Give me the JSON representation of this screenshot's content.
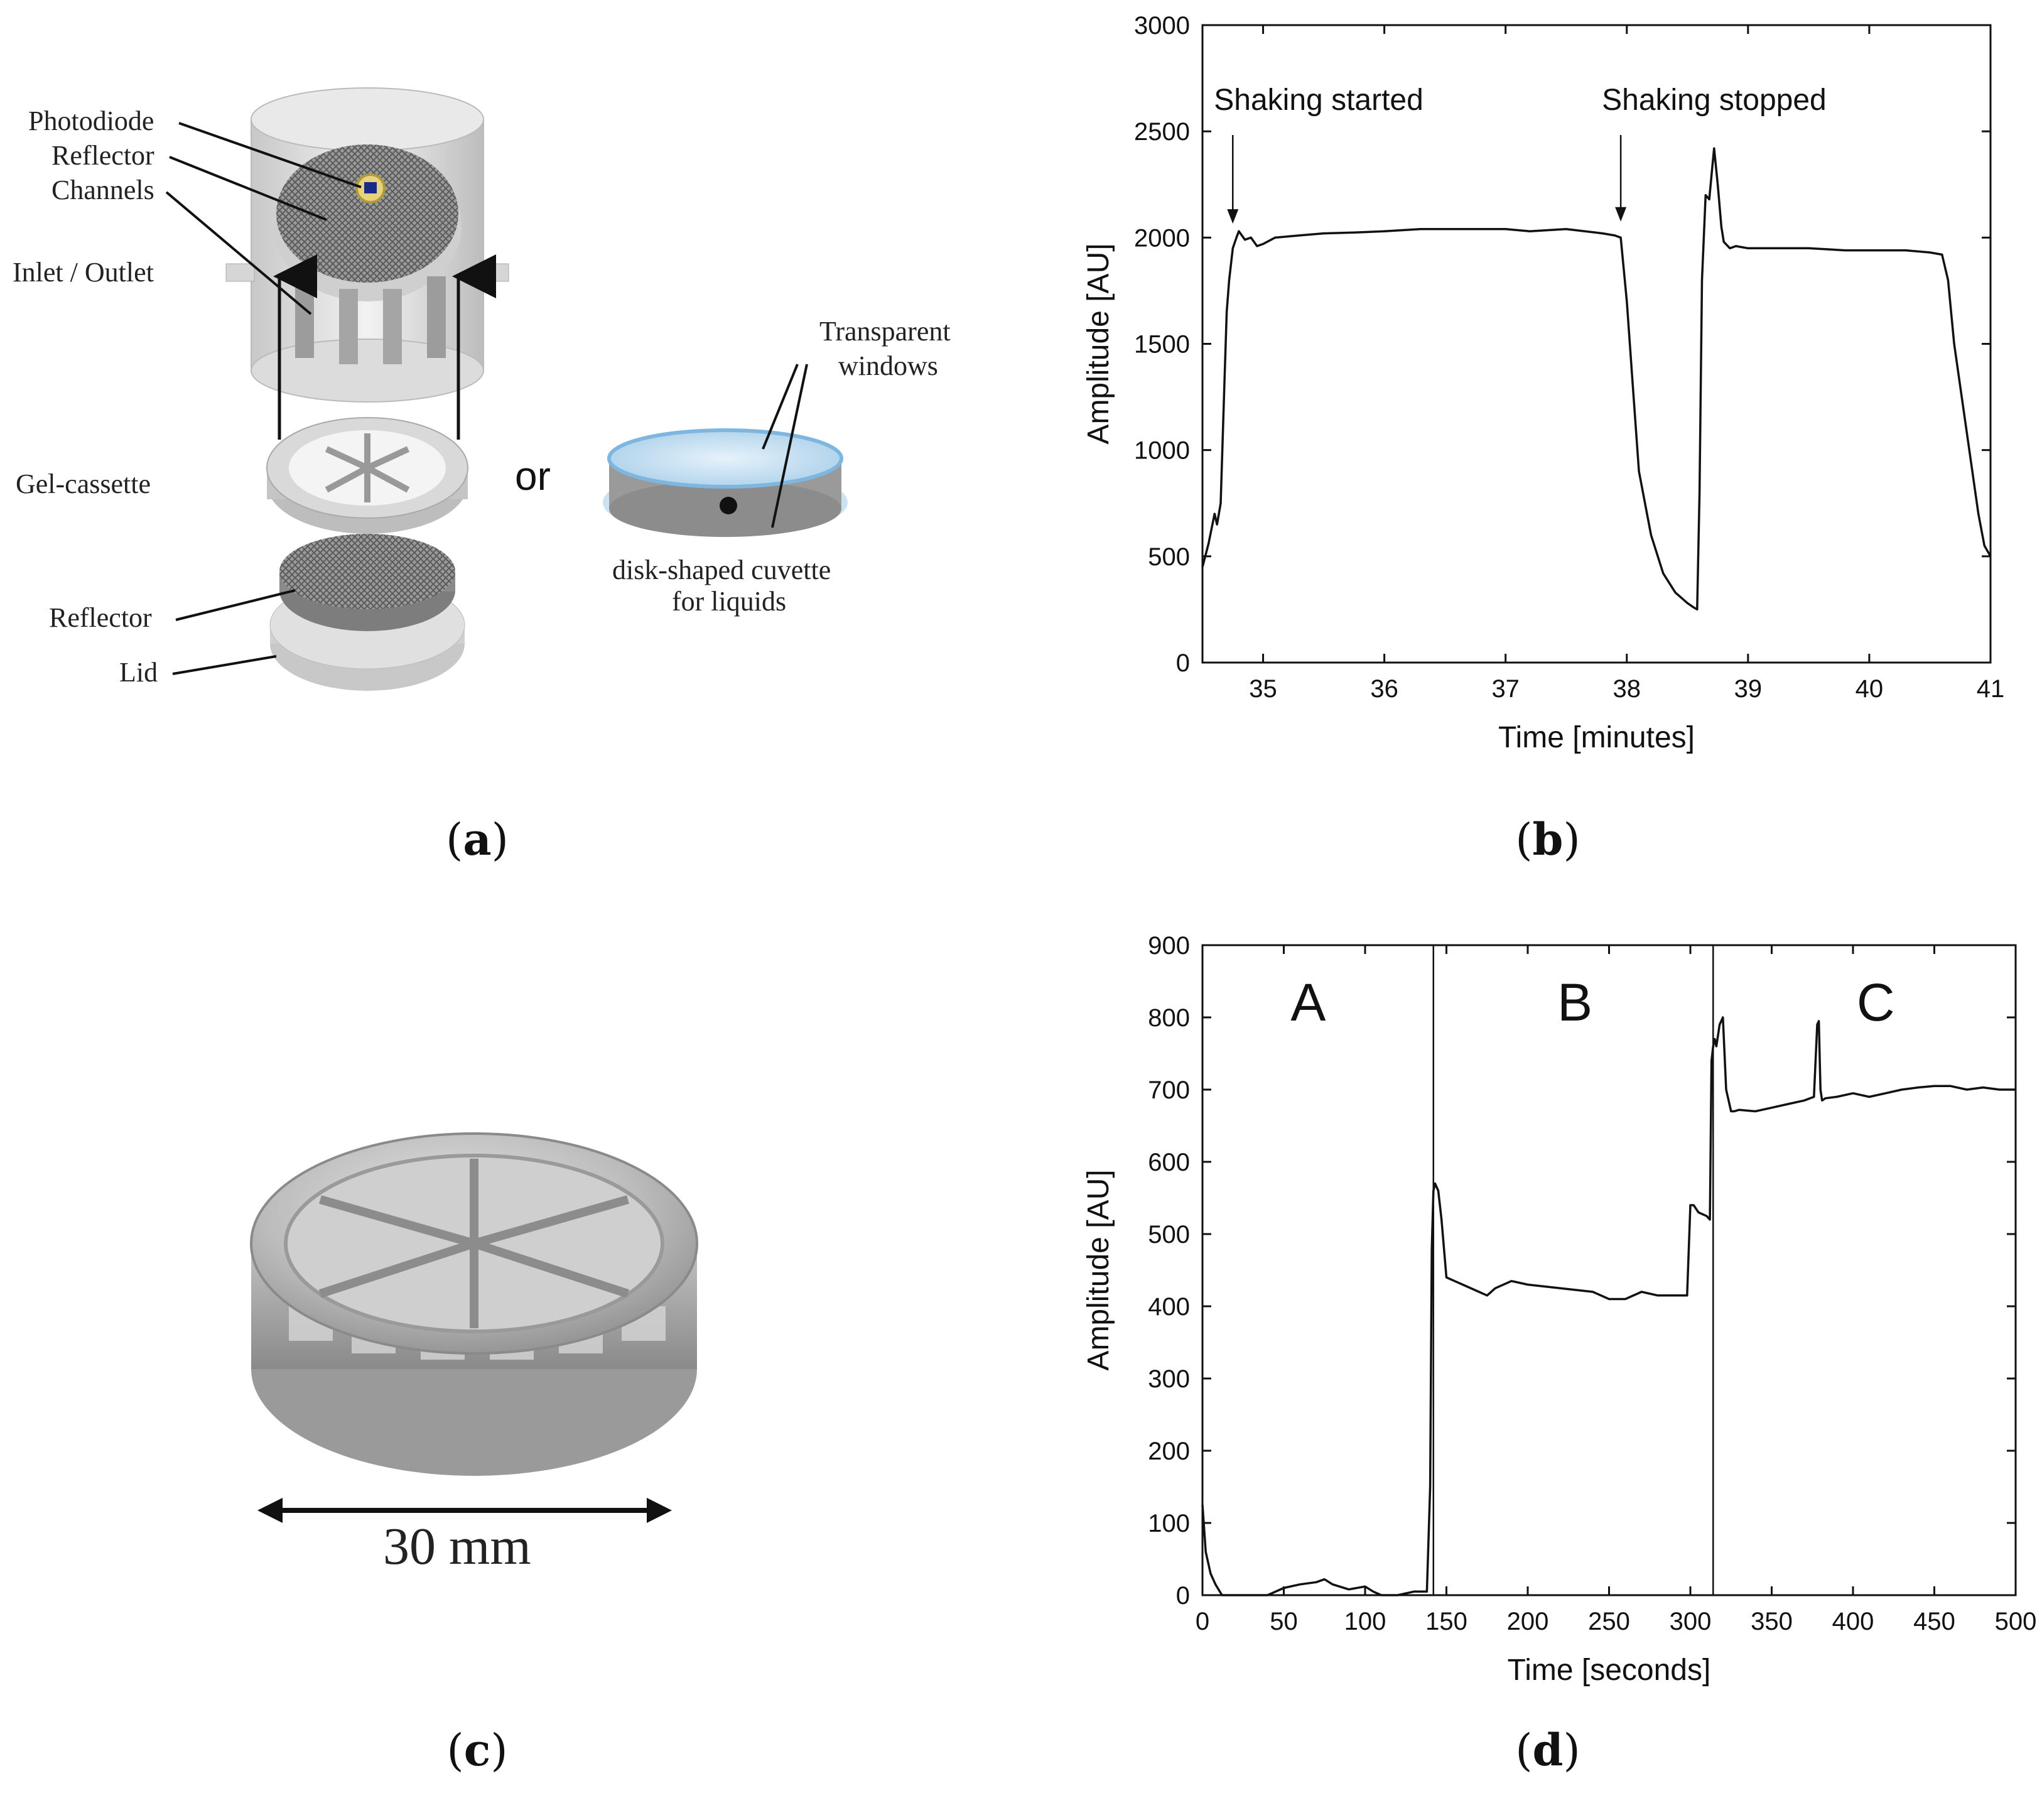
{
  "captions": {
    "a": "a",
    "b": "b",
    "c": "c",
    "d": "d"
  },
  "diagram_a": {
    "labels": {
      "photodiode": "Photodiode",
      "reflector_top": "Reflector",
      "channels": "Channels",
      "inlet_outlet": "Inlet / Outlet",
      "gel_cassette": "Gel-cassette",
      "reflector_bottom": "Reflector",
      "lid": "Lid",
      "or": "or",
      "transparent": "Transparent",
      "windows": "windows",
      "cuvette_line1": "disk-shaped cuvette",
      "cuvette_line2": "for liquids"
    }
  },
  "photo_c": {
    "scale_label": "30 mm"
  },
  "chart_data": [
    {
      "type": "line",
      "panel": "b",
      "xlabel": "Time [minutes]",
      "ylabel": "Amplitude [AU]",
      "xlim": [
        34.5,
        41
      ],
      "ylim": [
        0,
        3000
      ],
      "xticks": [
        35,
        36,
        37,
        38,
        39,
        40,
        41
      ],
      "yticks": [
        0,
        500,
        1000,
        1500,
        2000,
        2500,
        3000
      ],
      "annotations": [
        {
          "text": "Shaking started",
          "x": 34.75,
          "y": 2030
        },
        {
          "text": "Shaking stopped",
          "x": 37.95,
          "y": 2040
        }
      ],
      "series": [
        {
          "x": [
            34.5,
            34.55,
            34.6,
            34.62,
            34.65,
            34.68,
            34.7,
            34.72,
            34.75,
            34.78,
            34.8,
            34.85,
            34.9,
            34.95,
            35.0,
            35.1,
            35.3,
            35.5,
            35.8,
            36.0,
            36.3,
            36.6,
            37.0,
            37.2,
            37.5,
            37.8,
            37.9,
            37.95,
            38.0,
            38.05,
            38.1,
            38.2,
            38.3,
            38.4,
            38.5,
            38.55,
            38.58,
            38.6,
            38.62,
            38.65,
            38.68,
            38.7,
            38.72,
            38.75,
            38.78,
            38.8,
            38.85,
            38.9,
            39.0,
            39.2,
            39.5,
            39.8,
            40.0,
            40.3,
            40.5,
            40.6,
            40.65,
            40.7,
            40.8,
            40.9,
            40.95,
            41.0
          ],
          "y": [
            450,
            560,
            700,
            650,
            750,
            1300,
            1650,
            1800,
            1950,
            2000,
            2030,
            1990,
            2000,
            1960,
            1970,
            2000,
            2010,
            2020,
            2025,
            2030,
            2040,
            2040,
            2040,
            2030,
            2040,
            2020,
            2010,
            2000,
            1700,
            1300,
            900,
            600,
            420,
            330,
            280,
            260,
            250,
            800,
            1800,
            2200,
            2180,
            2300,
            2420,
            2250,
            2050,
            1980,
            1950,
            1960,
            1950,
            1950,
            1950,
            1940,
            1940,
            1940,
            1930,
            1920,
            1800,
            1500,
            1100,
            700,
            550,
            500
          ]
        }
      ]
    },
    {
      "type": "line",
      "panel": "d",
      "xlabel": "Time [seconds]",
      "ylabel": "Amplitude [AU]",
      "xlim": [
        0,
        500
      ],
      "ylim": [
        0,
        900
      ],
      "xticks": [
        0,
        50,
        100,
        150,
        200,
        250,
        300,
        350,
        400,
        450,
        500
      ],
      "yticks": [
        0,
        100,
        200,
        300,
        400,
        500,
        600,
        700,
        800,
        900
      ],
      "regions": [
        {
          "label": "A",
          "x": 65
        },
        {
          "label": "B",
          "x": 229
        },
        {
          "label": "C",
          "x": 414
        }
      ],
      "dividers": [
        142,
        314
      ],
      "series": [
        {
          "x": [
            0,
            2,
            5,
            8,
            12,
            20,
            40,
            50,
            60,
            70,
            75,
            80,
            90,
            100,
            105,
            110,
            120,
            130,
            138,
            140,
            141,
            142,
            143,
            145,
            147,
            150,
            155,
            160,
            170,
            175,
            180,
            190,
            200,
            220,
            240,
            250,
            260,
            270,
            280,
            290,
            298,
            300,
            302,
            305,
            310,
            312,
            313,
            314,
            315,
            316,
            318,
            320,
            322,
            325,
            327,
            330,
            340,
            350,
            360,
            370,
            376,
            378,
            379,
            380,
            381,
            383,
            390,
            400,
            410,
            420,
            430,
            440,
            450,
            460,
            470,
            480,
            490,
            500
          ],
          "y": [
            125,
            60,
            30,
            15,
            0,
            0,
            0,
            10,
            15,
            18,
            22,
            15,
            8,
            12,
            5,
            0,
            0,
            5,
            5,
            150,
            480,
            560,
            570,
            560,
            520,
            440,
            435,
            430,
            420,
            415,
            425,
            435,
            430,
            425,
            420,
            410,
            410,
            420,
            415,
            415,
            415,
            540,
            540,
            530,
            525,
            520,
            740,
            760,
            770,
            760,
            790,
            800,
            700,
            670,
            670,
            672,
            670,
            675,
            680,
            685,
            690,
            790,
            795,
            700,
            685,
            688,
            690,
            695,
            690,
            695,
            700,
            703,
            705,
            705,
            700,
            703,
            700,
            700
          ]
        }
      ]
    }
  ]
}
